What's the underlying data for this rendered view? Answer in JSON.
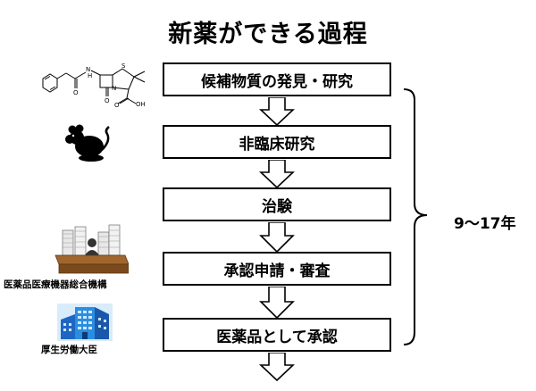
{
  "title": "新薬ができる過程",
  "steps": [
    {
      "label": "候補物質の発見・研究"
    },
    {
      "label": "非臨床研究"
    },
    {
      "label": "治験"
    },
    {
      "label": "承認申請・審査"
    },
    {
      "label": "医薬品として承認"
    }
  ],
  "period_label": "9～17年",
  "side_labels": {
    "agency": "医薬品医療機器総合機構",
    "minister": "厚生労働大臣"
  },
  "molecule_labels": {
    "nh": "N",
    "h": "H",
    "s": "S",
    "o1": "O",
    "n": "N",
    "o2": "O",
    "oh": "OH",
    "o3": "O"
  }
}
